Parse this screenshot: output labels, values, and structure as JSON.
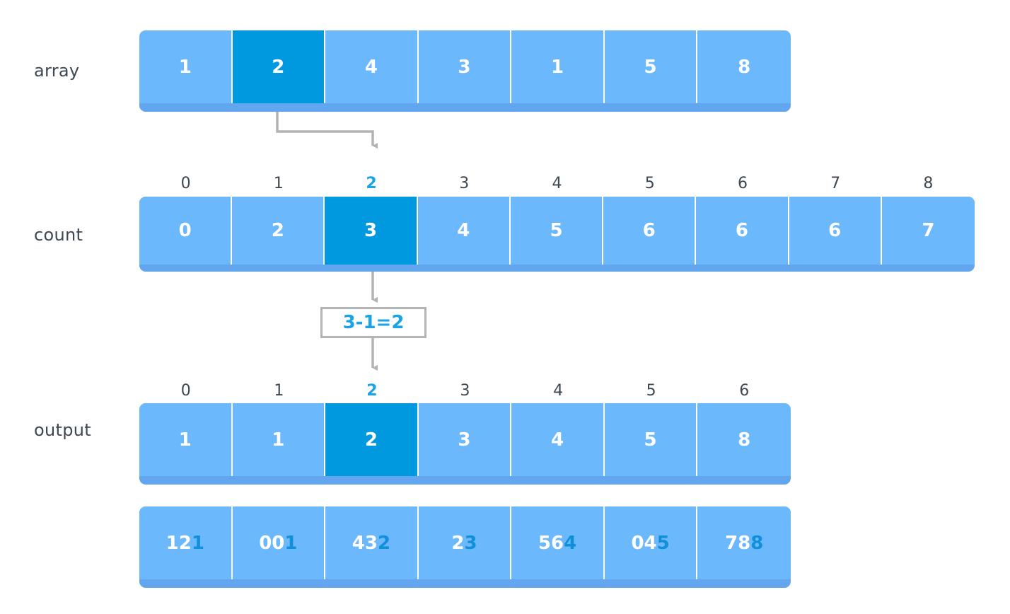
{
  "diagram": {
    "title": "counting-sort-placement-step",
    "colors": {
      "cell_fill": "#6cb8fd",
      "cell_highlight": "#0099e0",
      "bar_base": "#63a6f0",
      "separator": "#ffffff",
      "label_text": "#3d4852",
      "accent_text": "#1aa3e8",
      "connector": "#b3b3b3",
      "digit_accent": "#1090d8"
    },
    "labels": {
      "array": "array",
      "count": "count",
      "output": "output"
    },
    "rows": {
      "array": {
        "name": "array",
        "values": [
          "1",
          "2",
          "4",
          "3",
          "1",
          "5",
          "8"
        ],
        "highlight_index": 1,
        "show_indices": false
      },
      "count": {
        "name": "count",
        "indices": [
          "0",
          "1",
          "2",
          "3",
          "4",
          "5",
          "6",
          "7",
          "8"
        ],
        "values": [
          "0",
          "2",
          "3",
          "4",
          "5",
          "6",
          "6",
          "6",
          "7"
        ],
        "highlight_index": 2,
        "show_indices": true
      },
      "output": {
        "name": "output",
        "indices": [
          "0",
          "1",
          "2",
          "3",
          "4",
          "5",
          "6"
        ],
        "values": [
          "1",
          "1",
          "2",
          "3",
          "4",
          "5",
          "8"
        ],
        "highlight_index": 2,
        "show_indices": true
      },
      "digits": {
        "name": "digit-trace",
        "cells": [
          {
            "prefix": "12",
            "suffix": "1"
          },
          {
            "prefix": "00",
            "suffix": "1"
          },
          {
            "prefix": "43",
            "suffix": "2"
          },
          {
            "prefix": "2",
            "suffix": "3"
          },
          {
            "prefix": "56",
            "suffix": "4"
          },
          {
            "prefix": "04",
            "suffix": "5"
          },
          {
            "prefix": "78",
            "suffix": "8"
          }
        ]
      }
    },
    "calc": {
      "expression": "3-1=2"
    }
  }
}
